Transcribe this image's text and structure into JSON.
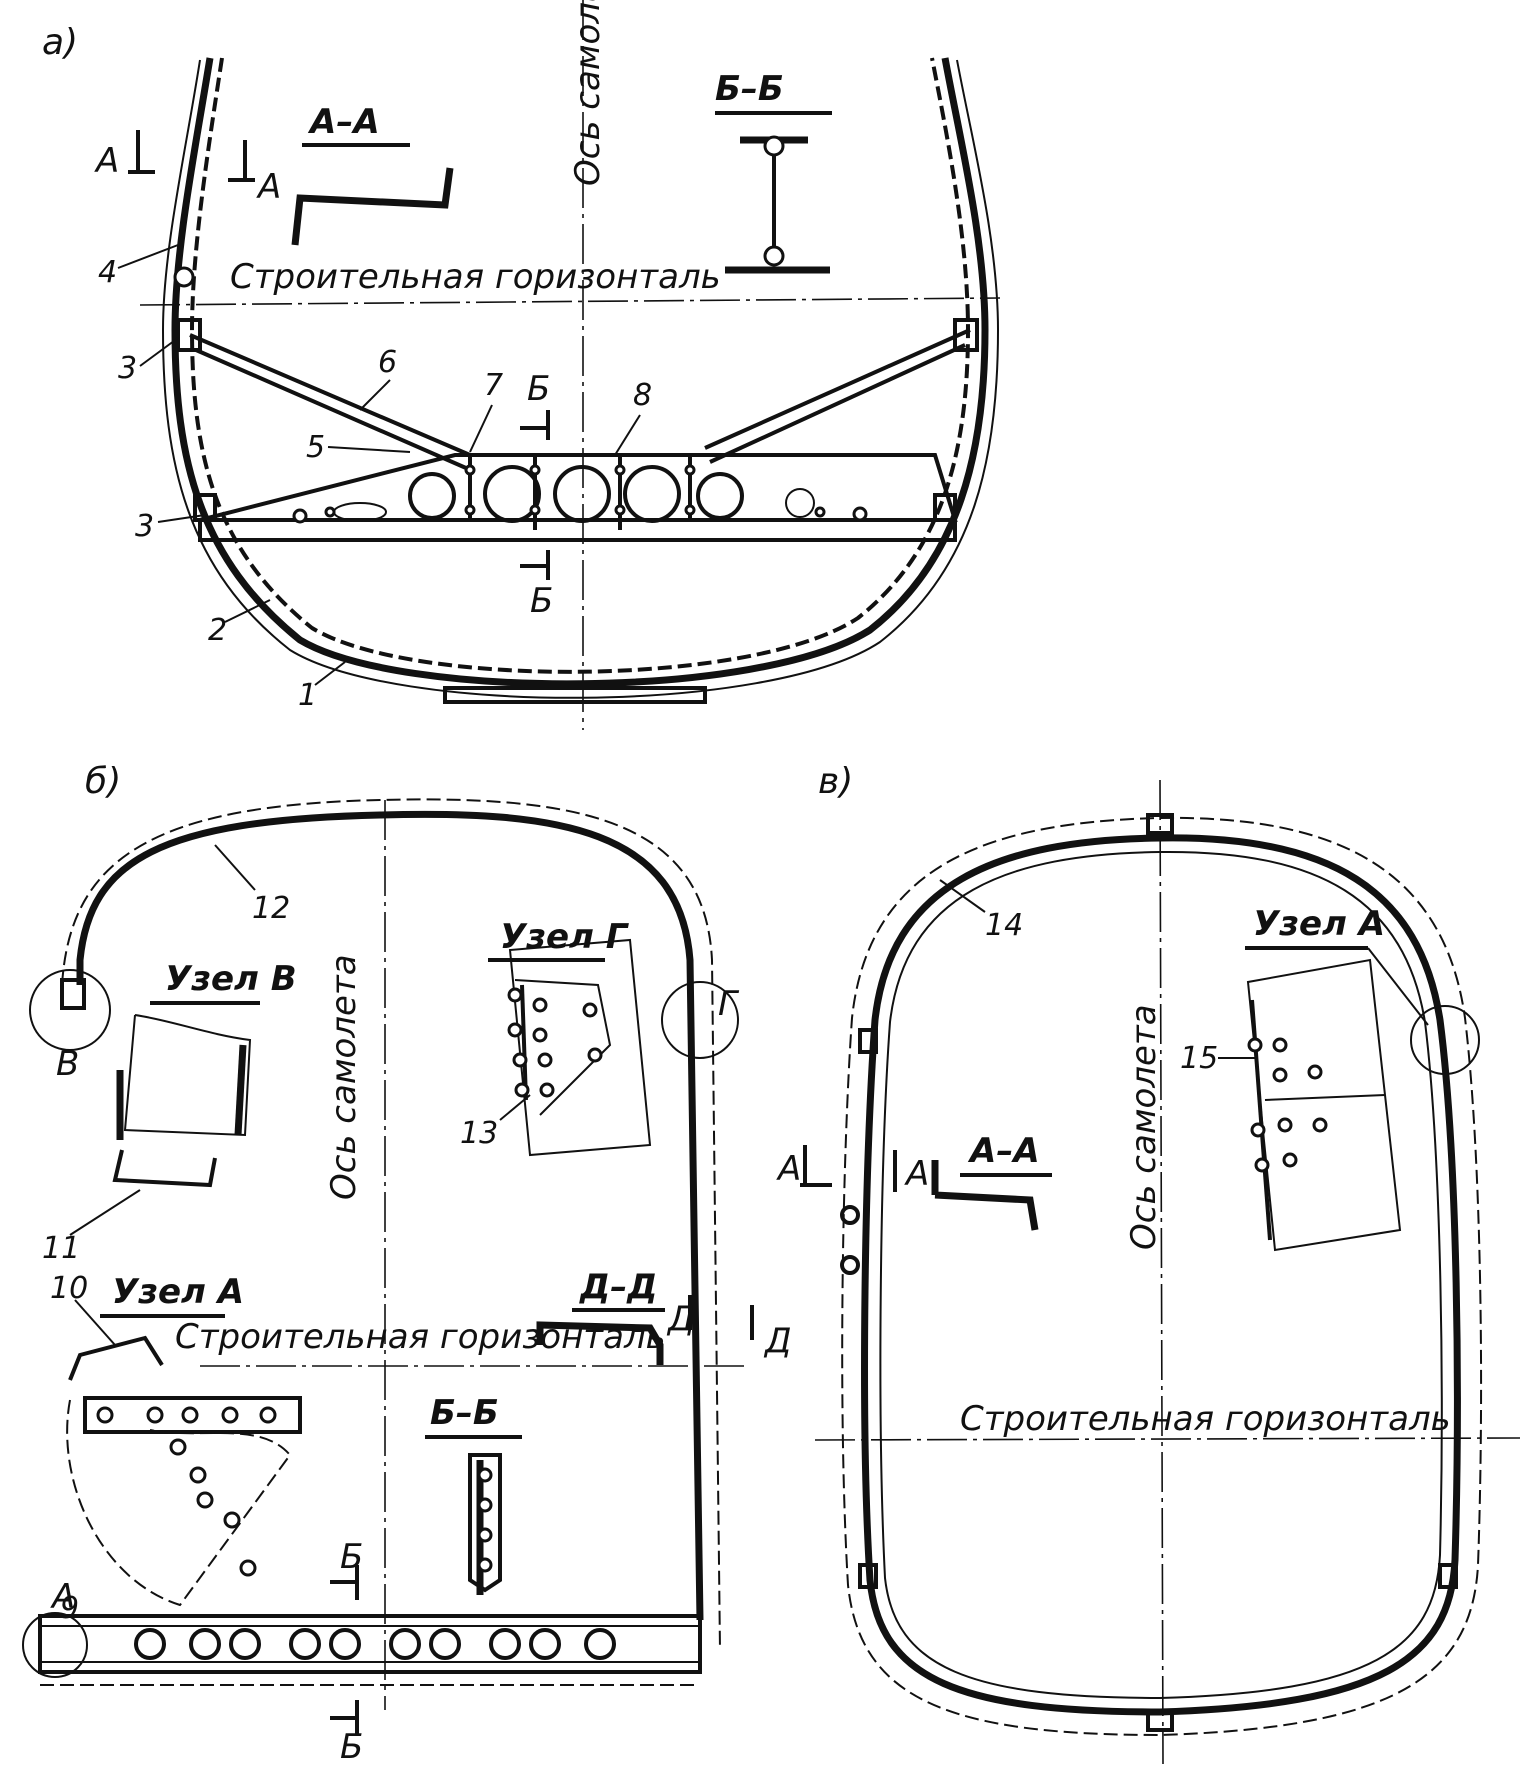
{
  "panels": {
    "a": "а)",
    "b": "б)",
    "v": "в)"
  },
  "labels": {
    "axis_a": "Ось самолета",
    "axis_b": "Ось самолета",
    "axis_v": "Ось самолета",
    "horizon_a": "Строительная горизонталь",
    "horizon_b": "Строительная горизонталь",
    "horizon_v": "Строительная горизонталь"
  },
  "sections": {
    "a_AA": "А–А",
    "a_BB": "Б–Б",
    "b_DD": "Д–Д",
    "b_BB": "Б–Б",
    "v_AA": "А–А"
  },
  "nodes": {
    "b_V": "Узел В",
    "b_G": "Узел Г",
    "b_A": "Узел А",
    "v_A": "Узел А"
  },
  "letters": {
    "a_A_left": "А",
    "a_A_right": "А",
    "a_B_top": "Б",
    "a_B_bottom": "Б",
    "b_V": "В",
    "b_G": "Г",
    "b_D_left": "Д",
    "b_D_right": "Д",
    "b_A": "А",
    "b_B_mid": "Б",
    "b_B_bottom": "Б",
    "v_A_left": "А",
    "v_A_right": "А"
  },
  "callouts": [
    "1",
    "2",
    "3",
    "3",
    "4",
    "5",
    "6",
    "7",
    "8",
    "9",
    "10",
    "11",
    "12",
    "13",
    "14",
    "15"
  ]
}
